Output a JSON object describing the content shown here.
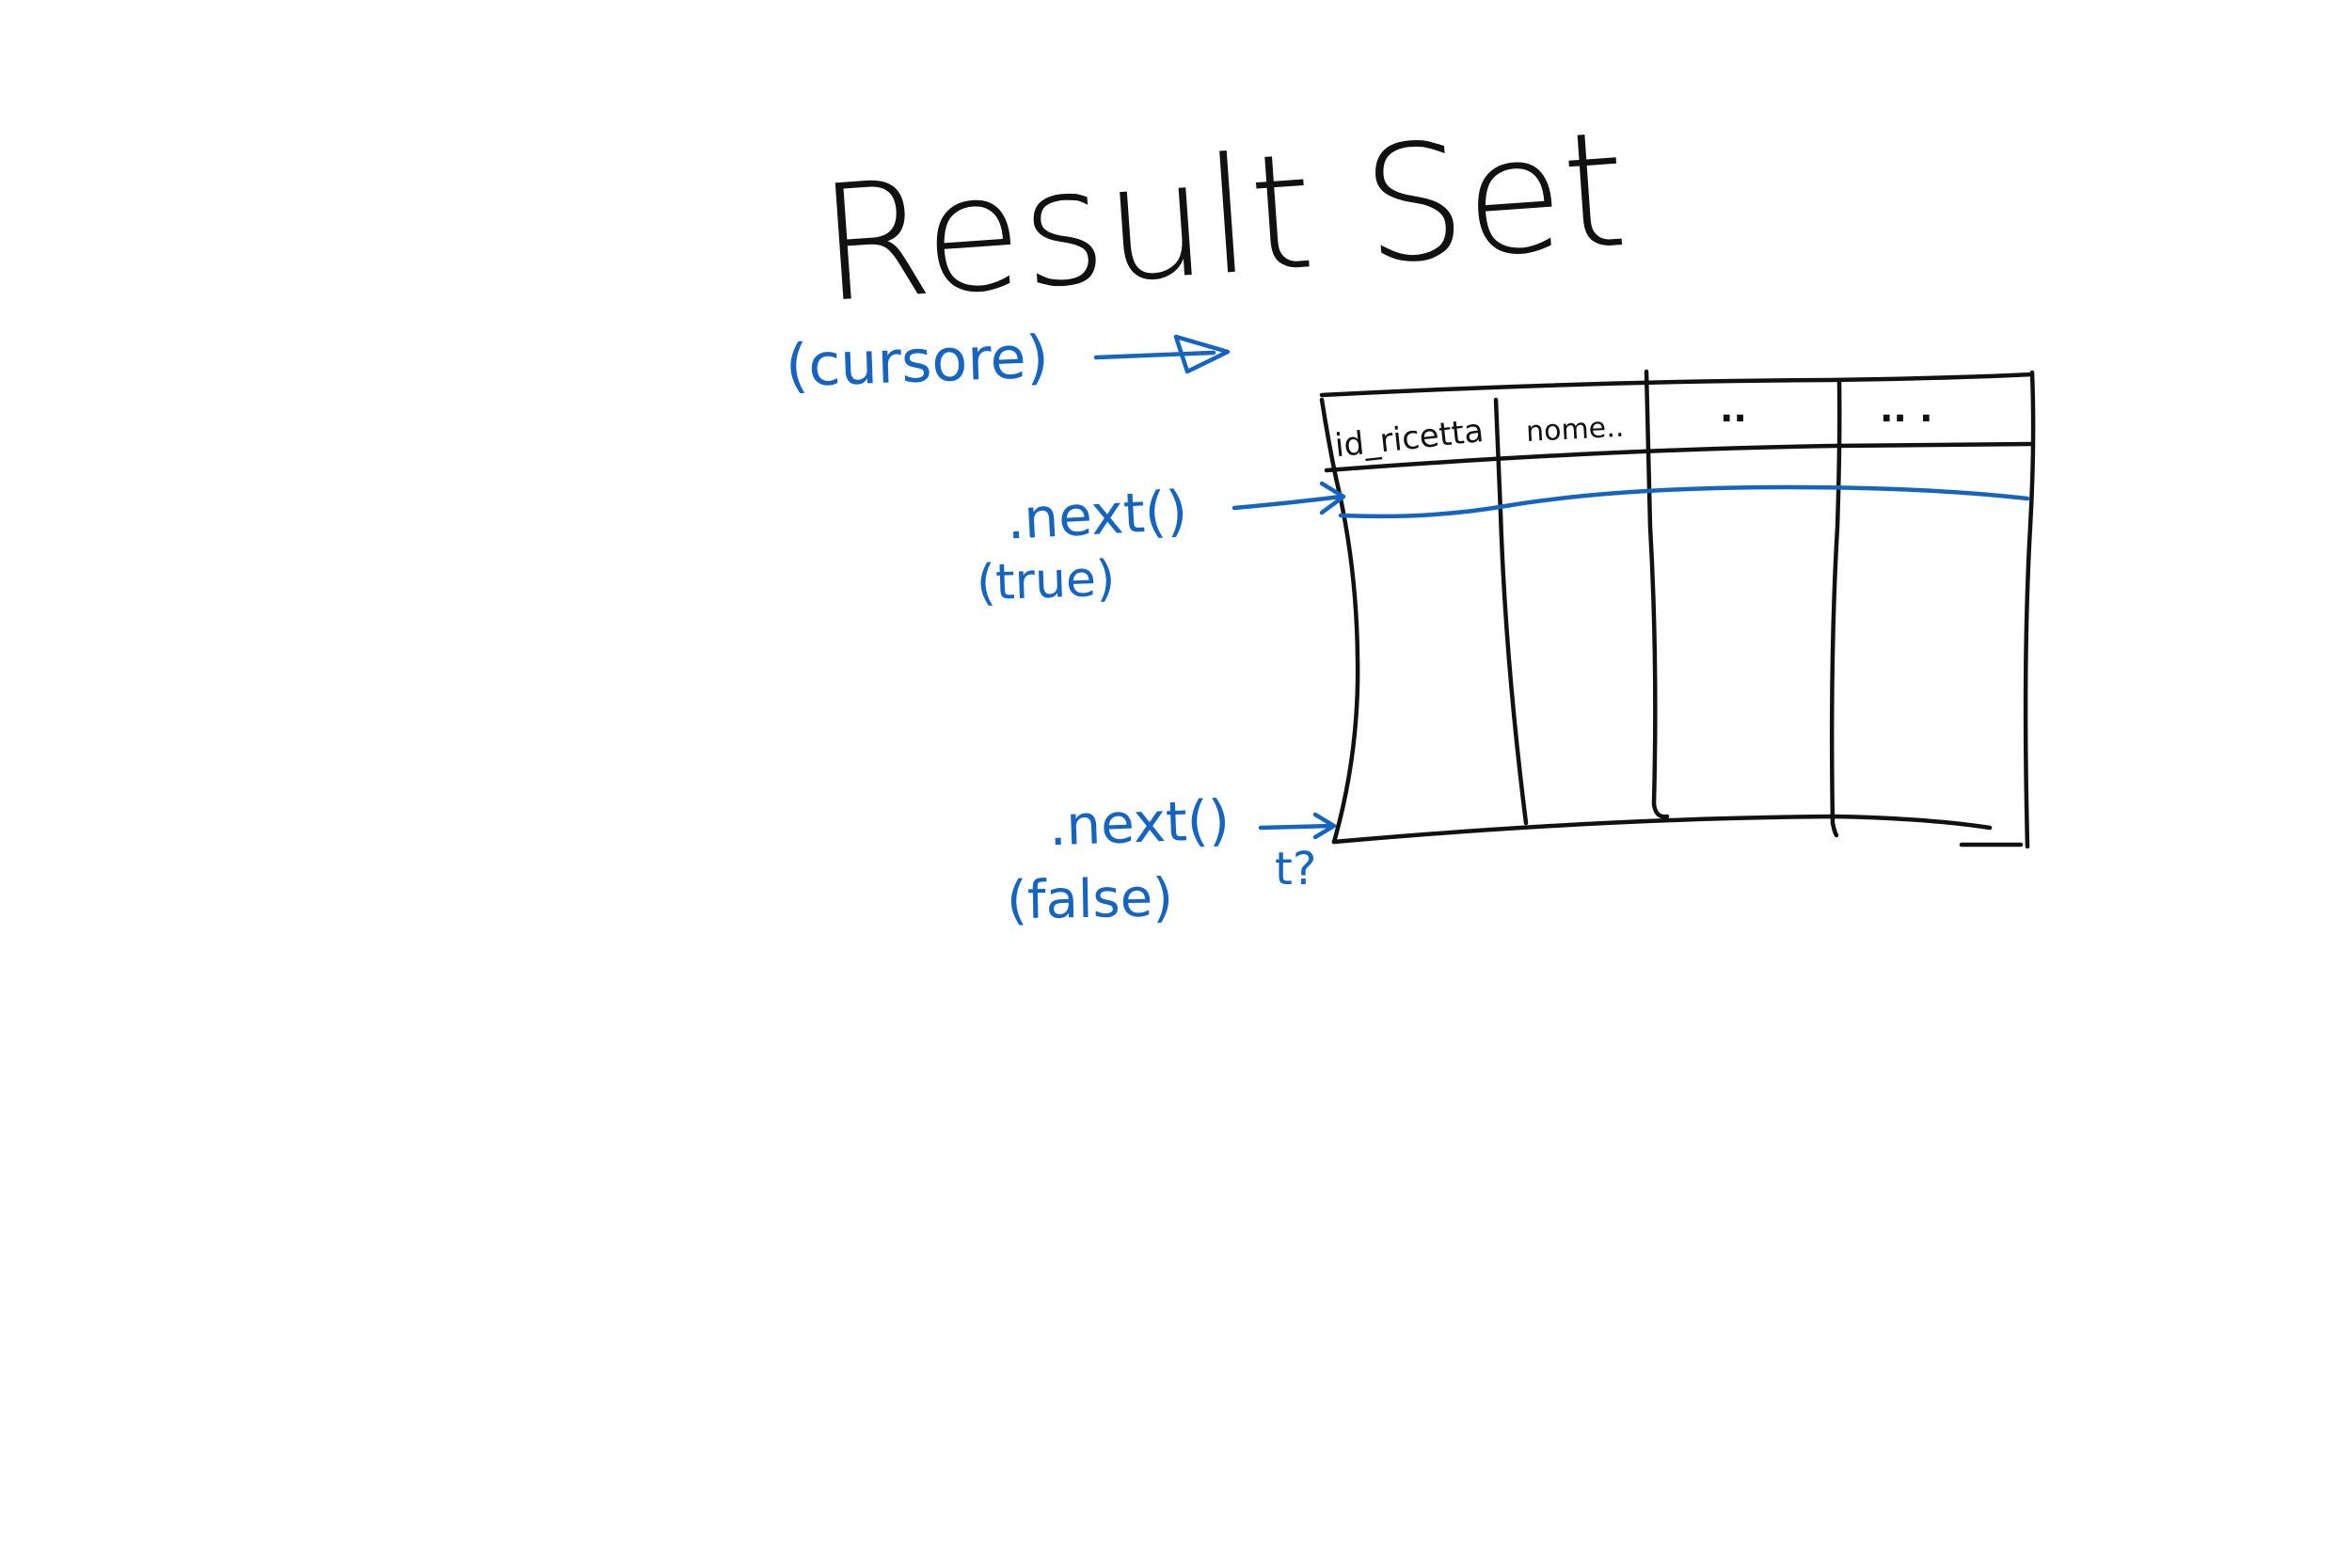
{
  "diagram": {
    "title": "Result Set",
    "cursor_label": "(cursore)",
    "next_true": {
      "call": ".next()",
      "result": "(true)"
    },
    "next_false": {
      "call": ".next()",
      "result": "(false)",
      "note": "t?"
    },
    "table": {
      "headers": [
        "id_ricetta",
        "nome..",
        "..",
        ".. ."
      ]
    },
    "colors": {
      "ink": "#111111",
      "annotation": "#1565c0",
      "background": "#ffffff"
    }
  }
}
